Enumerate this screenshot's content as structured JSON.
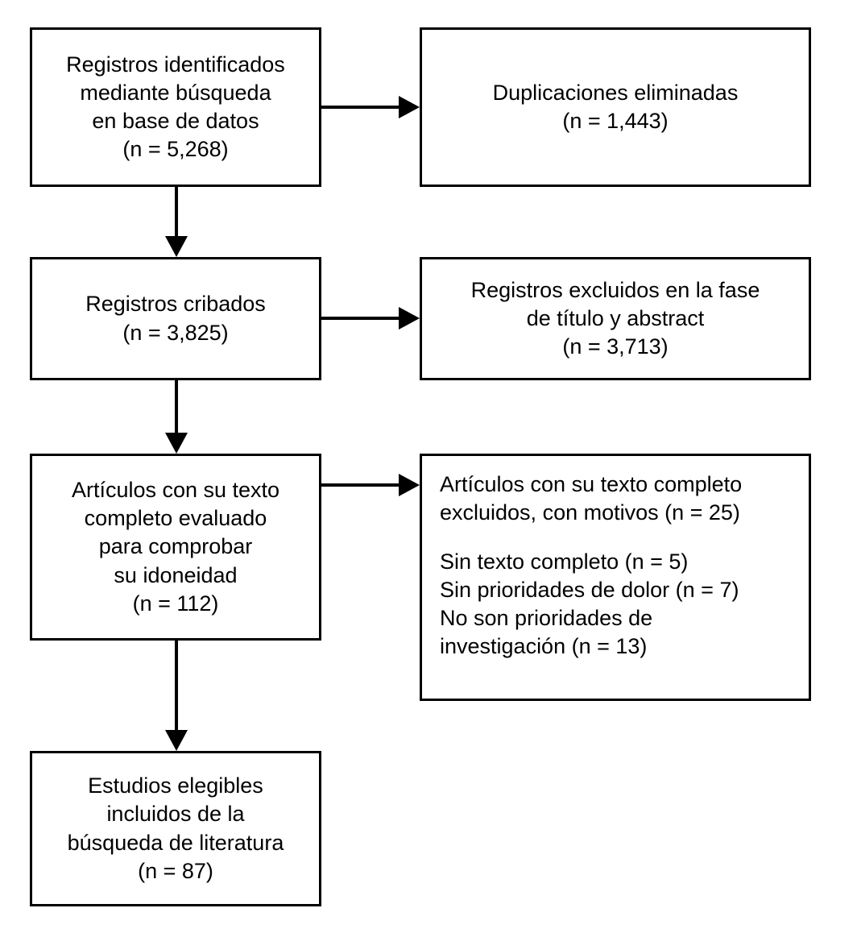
{
  "diagram": {
    "type": "prisma-flow-diagram",
    "language": "es",
    "background_color": "#ffffff",
    "border_color": "#000000",
    "text_color": "#000000"
  },
  "boxes": {
    "identified": {
      "name": "Registros identificados mediante busqueda en base de datos",
      "lines": [
        "Registros identificados",
        "mediante búsqueda",
        "en base de datos",
        "(n = 5,268)"
      ],
      "count": "5,268"
    },
    "duplicates_removed": {
      "name": "Duplicaciones eliminadas",
      "lines": [
        "Duplicaciones eliminadas",
        "(n = 1,443)"
      ],
      "count": "1,443"
    },
    "screened": {
      "name": "Registros cribados",
      "lines": [
        "Registros cribados",
        "(n = 3,825)"
      ],
      "count": "3,825"
    },
    "excluded_title_abstract": {
      "name": "Registros excluidos en la fase de titulo y abstract",
      "lines": [
        "Registros excluidos en la fase",
        "de título y abstract",
        "(n = 3,713)"
      ],
      "count": "3,713"
    },
    "fulltext_assessed": {
      "name": "Articulos con su texto completo evaluado para comprobar su idoneidad",
      "lines": [
        "Artículos con su texto",
        "completo evaluado",
        "para comprobar",
        "su idoneidad",
        "(n = 112)"
      ],
      "count": "112"
    },
    "fulltext_excluded": {
      "name": "Articulos con su texto completo excluidos, con motivos",
      "lines": [
        "Artículos con su texto completo",
        "excluidos, con motivos (n = 25)",
        "",
        "Sin texto completo (n = 5)",
        "Sin prioridades de dolor (n = 7)",
        "No son prioridades de",
        "investigación (n = 13)"
      ],
      "count": "25",
      "reasons": [
        {
          "label": "Sin texto completo",
          "count": "5"
        },
        {
          "label": "Sin prioridades de dolor",
          "count": "7"
        },
        {
          "label": "No son prioridades de investigación",
          "count": "13"
        }
      ]
    },
    "included": {
      "name": "Estudios elegibles incluidos de la busqueda de literatura",
      "lines": [
        "Estudios elegibles",
        "incluidos de la",
        "búsqueda de literatura",
        "(n = 87)"
      ],
      "count": "87"
    }
  },
  "arrows": [
    {
      "from": "identified",
      "to": "duplicates_removed",
      "direction": "right"
    },
    {
      "from": "screened",
      "to": "excluded_title_abstract",
      "direction": "right"
    },
    {
      "from": "fulltext_assessed",
      "to": "fulltext_excluded",
      "direction": "right"
    },
    {
      "from": "identified",
      "to": "screened",
      "direction": "down"
    },
    {
      "from": "screened",
      "to": "fulltext_assessed",
      "direction": "down"
    },
    {
      "from": "fulltext_assessed",
      "to": "included",
      "direction": "down"
    }
  ]
}
